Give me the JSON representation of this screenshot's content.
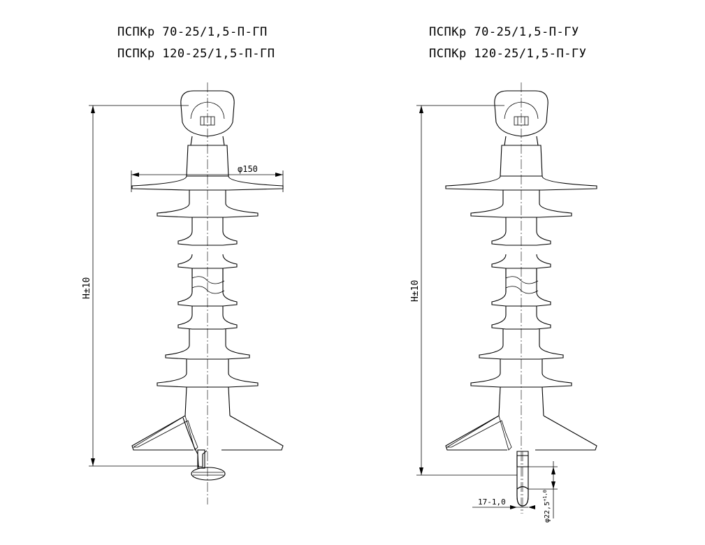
{
  "titles": {
    "left": [
      "ПСПКр 70-25/1,5-П-ГП",
      "ПСПКр 120-25/1,5-П-ГП"
    ],
    "right": [
      "ПСПКр 70-25/1,5-П-ГУ",
      "ПСПКр 120-25/1,5-П-ГУ"
    ]
  },
  "dims": {
    "height": "H±10",
    "diameter": "φ150",
    "slot_width": "17-1,0",
    "eye_diameter": "φ22,5",
    "eye_tol": "+1,0"
  }
}
